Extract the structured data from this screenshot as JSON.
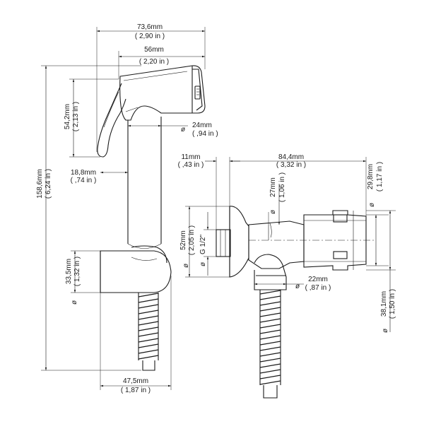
{
  "dimensions": {
    "total_width": {
      "mm": "73,6mm",
      "in": "( 2,90 in )"
    },
    "head_width": {
      "mm": "56mm",
      "in": "( 2,20 in )"
    },
    "trigger_height": {
      "mm": "54,2mm",
      "in": "( 2,13 in )"
    },
    "total_height": {
      "mm": "158,6mm",
      "in": "( 6,24 in )"
    },
    "handle_diameter": {
      "symbol": "ø",
      "mm": "24mm",
      "in": "( ,94 in )"
    },
    "trigger_offset": {
      "mm": "18,8mm",
      "in": "( ,74 in )"
    },
    "holder_height": {
      "symbol": "ø",
      "mm": "33,5mm",
      "in": "( 1,32 in )"
    },
    "holder_width": {
      "mm": "47,5mm",
      "in": "( 1,87 in )"
    },
    "wall_offset": {
      "mm": "11mm",
      "in": "( ,43 in )"
    },
    "valve_length": {
      "mm": "84,4mm",
      "in": "( 3,32 in )"
    },
    "body_diameter": {
      "symbol": "ø",
      "mm": "27mm",
      "in": "( 1,06 in )"
    },
    "knob_diameter": {
      "symbol": "ø",
      "mm": "29,8mm",
      "in": "( 1,17 in )"
    },
    "flange_diameter": {
      "symbol": "ø",
      "mm": "52mm",
      "in": "( 2,05 in )"
    },
    "thread": {
      "label": "G 1/2\""
    },
    "outlet_diameter": {
      "symbol": "ø",
      "mm": "22mm",
      "in": "( ,87 in )"
    },
    "knob_outer_diameter": {
      "symbol": "ø",
      "mm": "38,1mm",
      "in": "( 1,50 in )"
    }
  }
}
